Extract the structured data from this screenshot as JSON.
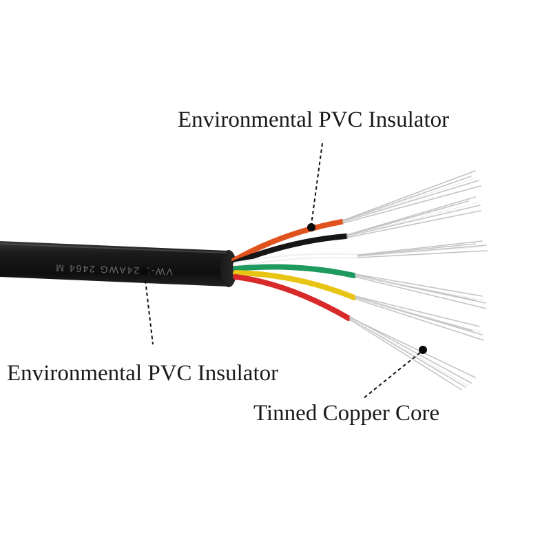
{
  "labels": {
    "top": "Environmental PVC Insulator",
    "bottom": "Environmental PVC Insulator",
    "core": "Tinned Copper Core"
  },
  "cable_print": {
    "text": "VW-1   24AWG   2464   M"
  },
  "colors": {
    "sheath": "#141414",
    "orange": "#e0521e",
    "black": "#161616",
    "white": "#f2f2f2",
    "green": "#1f9a5e",
    "yellow": "#e8c414",
    "red": "#d82a2a",
    "copper": "#c9c9c9"
  },
  "wires": [
    {
      "name": "orange-wire"
    },
    {
      "name": "black-wire"
    },
    {
      "name": "white-wire"
    },
    {
      "name": "green-wire"
    },
    {
      "name": "yellow-wire"
    },
    {
      "name": "red-wire"
    }
  ]
}
